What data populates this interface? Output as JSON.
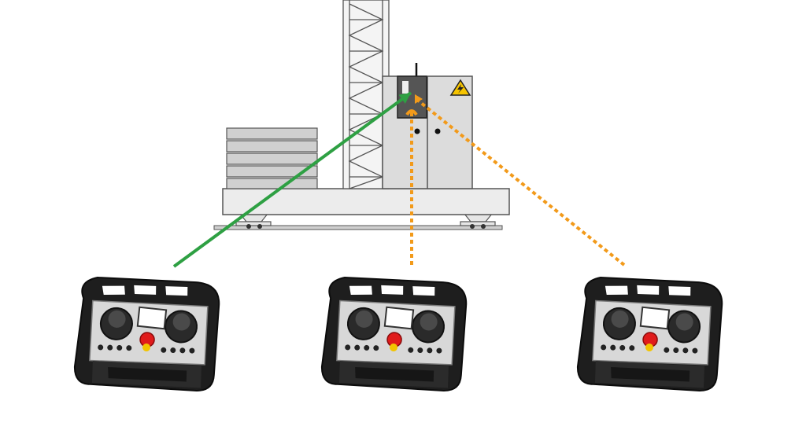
{
  "diagram": {
    "links": [
      {
        "from": "remote-left",
        "to": "receiver",
        "style": "solid",
        "color": "#2ea043"
      },
      {
        "from": "remote-center",
        "to": "receiver",
        "style": "dotted",
        "color": "#f29a1a"
      },
      {
        "from": "remote-right",
        "to": "receiver",
        "style": "dotted",
        "color": "#f29a1a"
      }
    ],
    "icons": {
      "warning": "high-voltage-warning-icon",
      "remote": "radio-remote-controller-icon",
      "machine": "tower-crane-base-icon"
    },
    "colors": {
      "active_link": "#2ea043",
      "standby_link": "#f29a1a",
      "estop": "#e01b1b",
      "remote_body": "#1e1e1e",
      "structure": "#d9d9d9"
    }
  }
}
